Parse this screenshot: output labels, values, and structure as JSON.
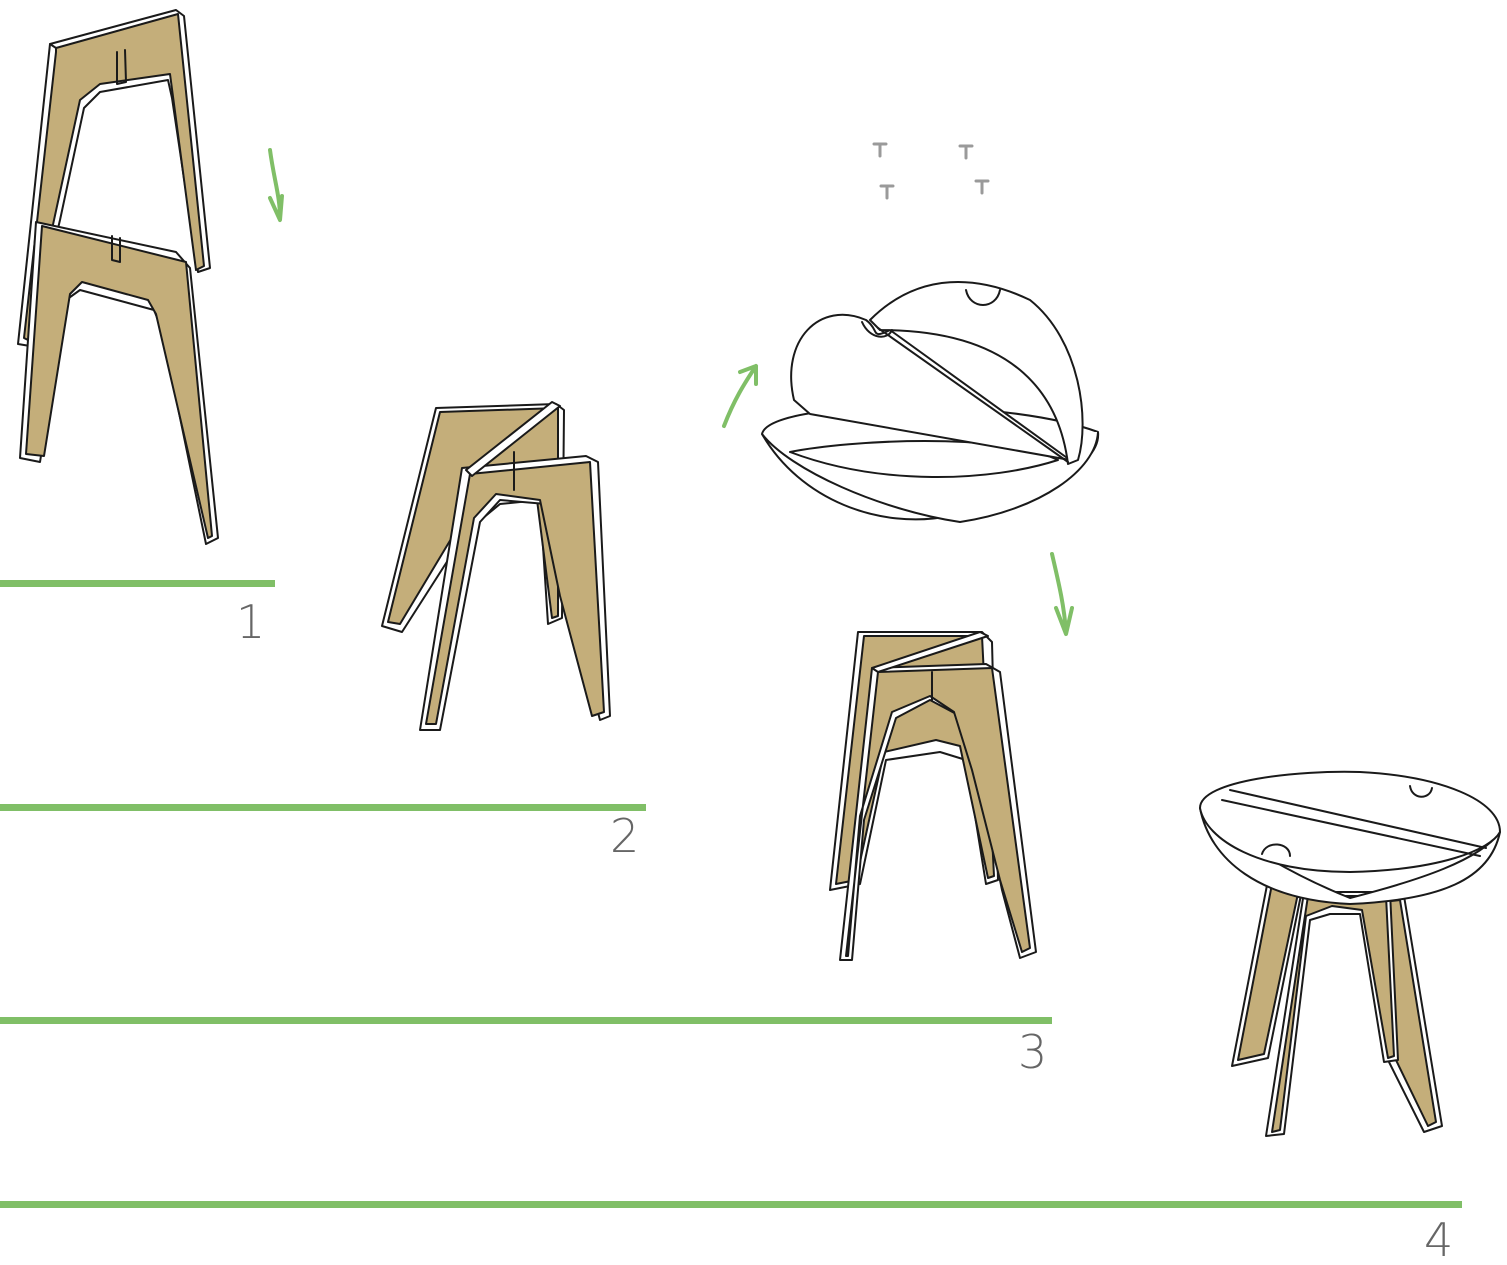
{
  "colors": {
    "accent": "#80bf67",
    "plywood": "#c4ae7a",
    "outline": "#1a1a1a",
    "pin": "#9a9a9a",
    "label": "#666666"
  },
  "steps": [
    {
      "number": "1"
    },
    {
      "number": "2"
    },
    {
      "number": "3"
    },
    {
      "number": "4"
    }
  ]
}
